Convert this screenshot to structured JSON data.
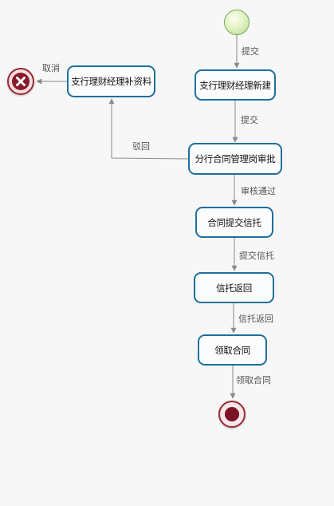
{
  "nodes": {
    "supplement": "支行理财经理补资料",
    "create": "支行理财经理新建",
    "approve": "分行合同管理岗审批",
    "submit_trust": "合同提交信托",
    "trust_return": "信托返回",
    "get_contract": "领取合同"
  },
  "edges": {
    "cancel": "取消",
    "submit1": "提交",
    "submit2": "提交",
    "reject": "驳回",
    "approved": "审核通过",
    "submit_trust": "提交信托",
    "trust_return": "信托返回",
    "get_contract": "领取合同"
  },
  "colors": {
    "task_border": "#1f6f9a",
    "start": "#b7d98e",
    "end": "#7a1424",
    "arrow": "#8a8a8a"
  },
  "icons": {
    "start": "start-event-circle",
    "end": "end-event-circle",
    "cancel": "cancel-x-icon"
  }
}
